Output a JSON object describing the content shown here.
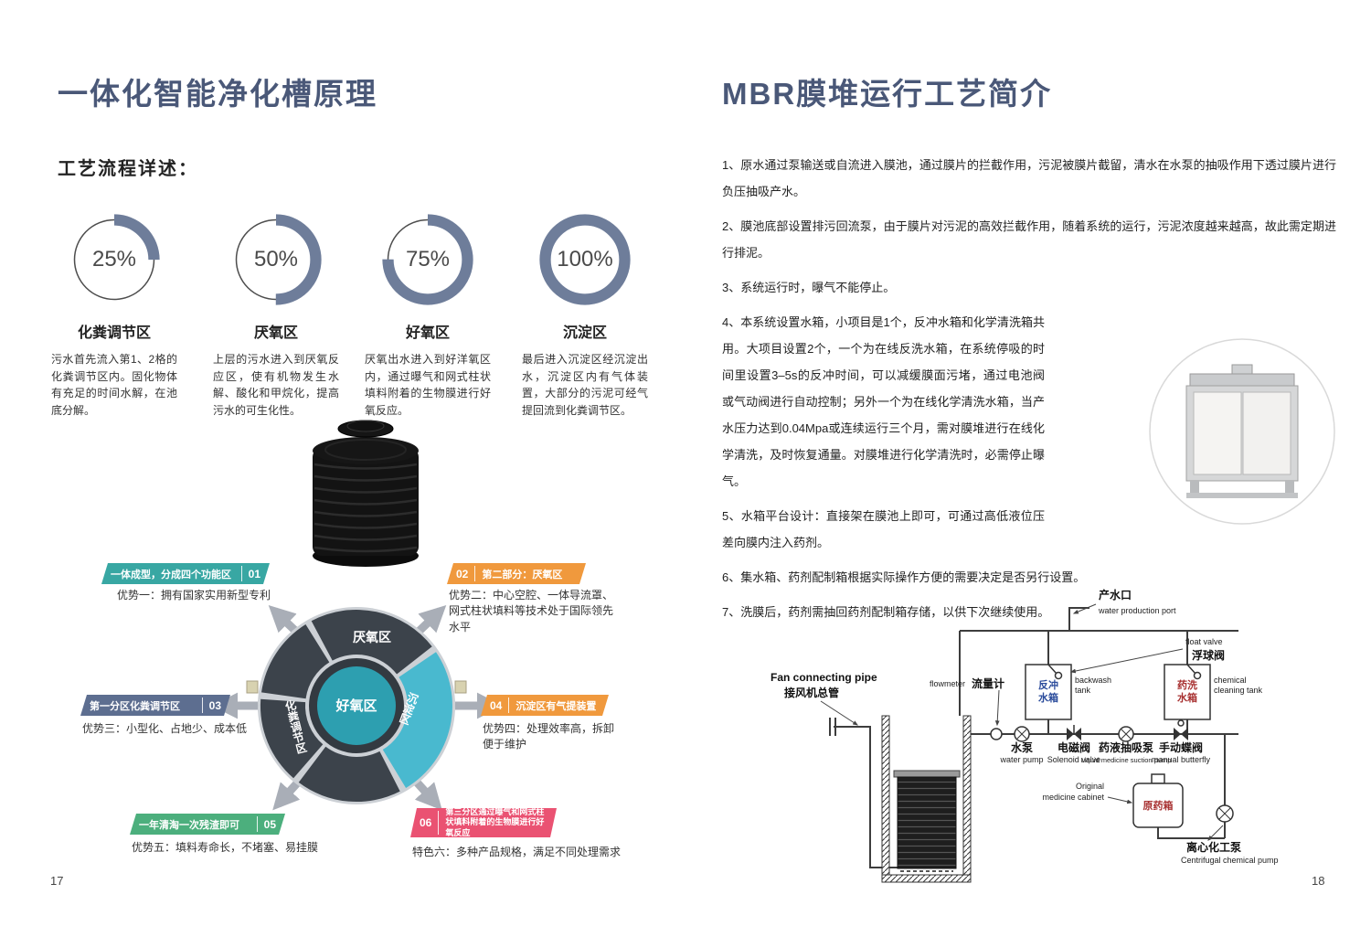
{
  "left": {
    "page_number": "17",
    "title": "一体化智能净化槽原理",
    "subtitle": "工艺流程详述：",
    "chart_data": {
      "type": "donut-progress",
      "ring_color": "#6e7d9a",
      "items": [
        {
          "percent": 25,
          "percent_label": "25%",
          "label": "化粪调节区",
          "desc": "污水首先流入第1、2格的化粪调节区内。固化物体有充足的时间水解，在池底分解。"
        },
        {
          "percent": 50,
          "percent_label": "50%",
          "label": "厌氧区",
          "desc": "上层的污水进入到厌氧反应区，使有机物发生水解、酸化和甲烷化，提高污水的可生化性。"
        },
        {
          "percent": 75,
          "percent_label": "75%",
          "label": "好氧区",
          "desc": "厌氧出水进入到好洋氧区内，通过曝气和网式柱状填料附着的生物膜进行好氧反应。"
        },
        {
          "percent": 100,
          "percent_label": "100%",
          "label": "沉淀区",
          "desc": "最后进入沉淀区经沉淀出水，沉淀区内有气体装置，大部分的污泥可经气提回流到化粪调节区。"
        }
      ]
    },
    "wheel": {
      "center_label": "好氧区",
      "top_label": "厌氧区",
      "right_label": "沉淀区",
      "left_label": "化粪调节区"
    },
    "callouts": [
      {
        "num": "01",
        "title": "一体成型，分成四个功能区",
        "desc": "优势一：拥有国家实用新型专利",
        "color": "#38a7a3"
      },
      {
        "num": "02",
        "title": "第二部分：厌氧区",
        "desc": "优势二：中心空腔、一体导流罩、网式柱状填料等技术处于国际领先水平",
        "color": "#f0993d"
      },
      {
        "num": "03",
        "title": "第一分区化粪调节区",
        "desc": "优势三：小型化、占地少、成本低",
        "color": "#5d6e90"
      },
      {
        "num": "04",
        "title": "沉淀区有气提装置",
        "desc": "优势四：处理效率高，拆卸便于维护",
        "color": "#f0993d"
      },
      {
        "num": "05",
        "title": "一年清淘一次残渣即可",
        "desc": "优势五：填料寿命长，不堵塞、易挂膜",
        "color": "#4caf7d"
      },
      {
        "num": "06",
        "title": "第三分区通过曝气和网式柱状填料附着的生物膜进行好氧反应",
        "desc": "特色六：多种产品规格，满足不同处理需求",
        "color": "#ea5272"
      }
    ]
  },
  "right": {
    "page_number": "18",
    "title": "MBR膜堆运行工艺简介",
    "paragraphs": [
      "1、原水通过泵输送或自流进入膜池，通过膜片的拦截作用，污泥被膜片截留，清水在水泵的抽吸作用下透过膜片进行负压抽吸产水。",
      "2、膜池底部设置排污回流泵，由于膜片对污泥的高效拦截作用，随着系统的运行，污泥浓度越来越高，故此需定期进行排泥。",
      "3、系统运行时，曝气不能停止。",
      "4、本系统设置水箱，小项目是1个，反冲水箱和化学清洗箱共用。大项目设置2个，一个为在线反洗水箱，在系统停吸的时间里设置3–5s的反冲时间，可以减缓膜面污堵，通过电池阀或气动阀进行自动控制；另外一个为在线化学清洗水箱，当产水压力达到0.04Mpa或连续运行三个月，需对膜堆进行在线化学清洗，及时恢复通量。对膜堆进行化学清洗时，必需停止曝气。",
      "5、水箱平台设计：直接架在膜池上即可，可通过高低液位压差向膜内注入药剂。",
      "6、集水箱、药剂配制箱根据实际操作方便的需要决定是否另行设置。",
      "7、洗膜后，药剂需抽回药剂配制箱存储，以供下次继续使用。"
    ],
    "diagram": {
      "water_port": {
        "cn": "产水口",
        "en": "water production port"
      },
      "float_valve": {
        "en": "float valve",
        "cn": "浮球阀"
      },
      "fan_pipe": {
        "en": "Fan connecting pipe",
        "cn": "接风机总管"
      },
      "flowmeter": {
        "en": "flowmeter",
        "cn": "流量计"
      },
      "backwash_tank": {
        "cn_line1": "反冲",
        "cn_line2": "水箱",
        "en_line1": "backwash",
        "en_line2": "tank"
      },
      "chemical_tank": {
        "cn_line1": "药洗",
        "cn_line2": "水箱",
        "en_line1": "chemical",
        "en_line2": "cleaning tank"
      },
      "water_pump": {
        "cn": "水泵",
        "en": "water pump"
      },
      "solenoid_valve": {
        "cn": "电磁阀",
        "en": "Solenoid valve"
      },
      "suction_pump": {
        "cn": "药液抽吸泵",
        "en": "Liquid medicine suction pump"
      },
      "butterfly_valve": {
        "cn": "手动蝶阀",
        "en": "manual butterfly"
      },
      "medicine_cabinet": {
        "en_line1": "Original",
        "en_line2": "medicine cabinet",
        "cn": "原药箱"
      },
      "centrifugal_pump": {
        "cn": "离心化工泵",
        "en": "Centrifugal chemical pump"
      }
    }
  }
}
